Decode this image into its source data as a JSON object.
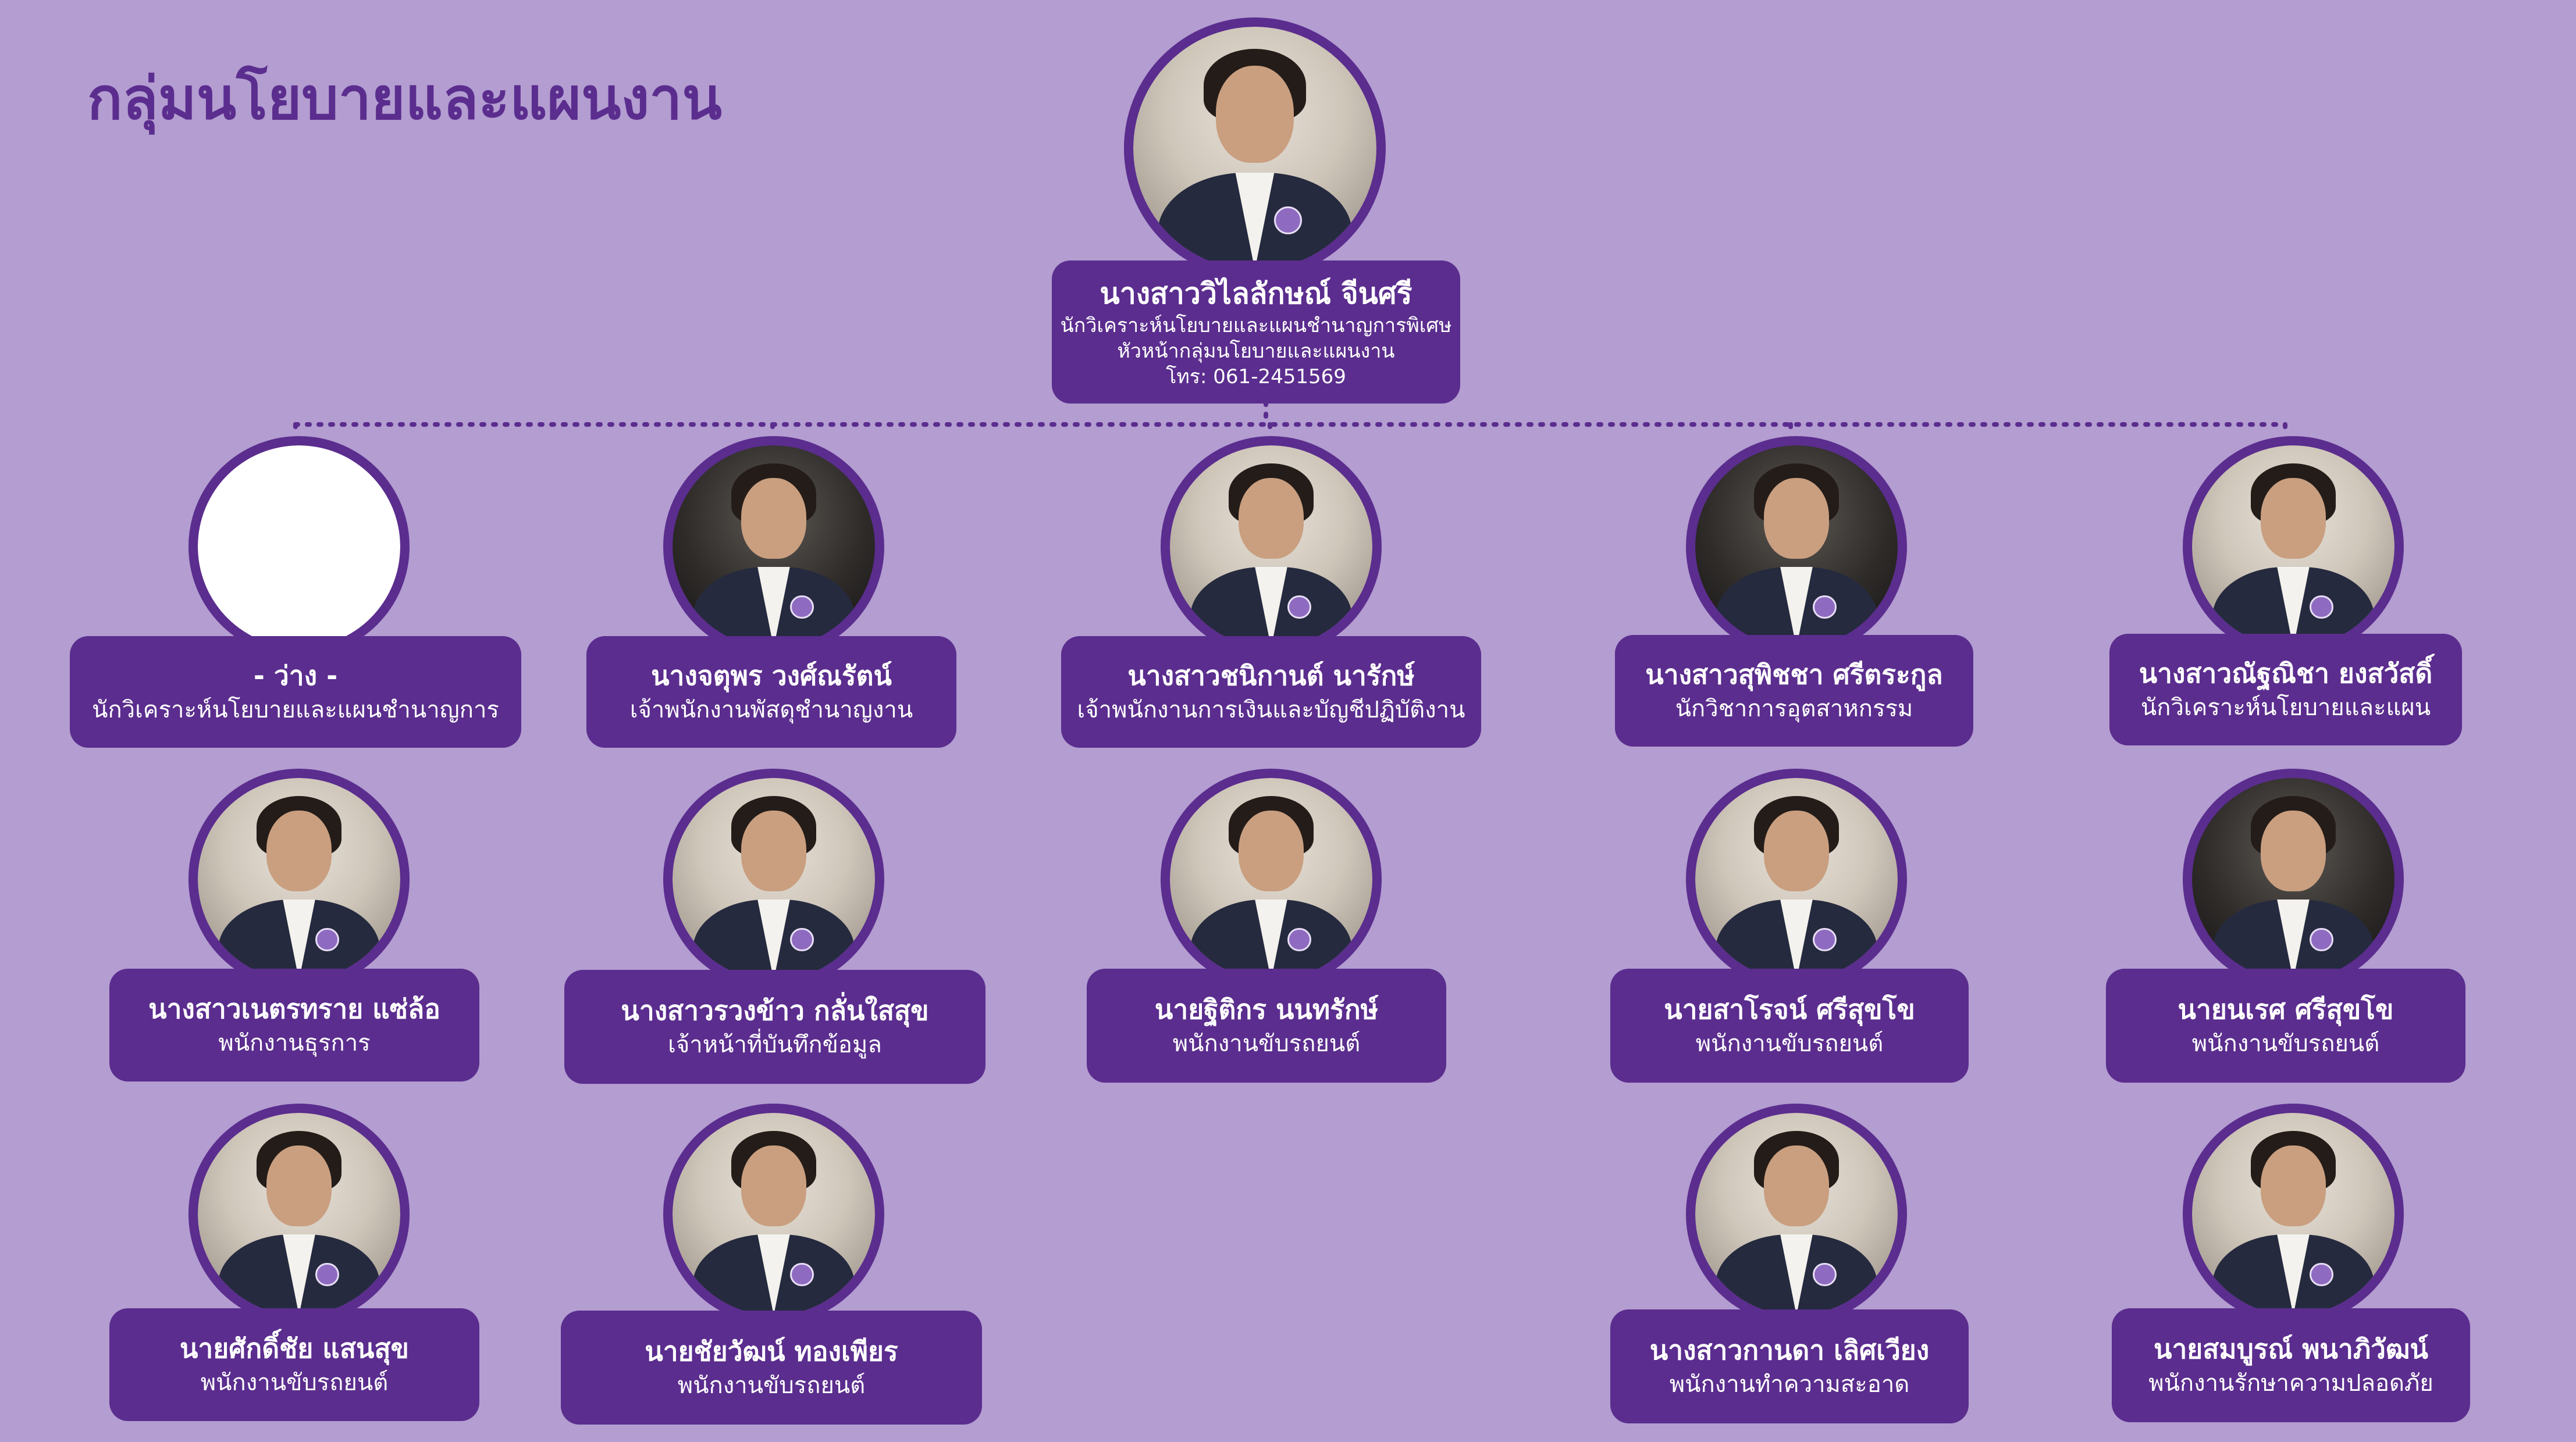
{
  "title": "กลุ่มนโยบายและแผนงาน",
  "colors": {
    "background": "#b39dd1",
    "accent": "#5b2d8e",
    "card_text": "#ffffff"
  },
  "head": {
    "name": "นางสาววิไลลักษณ์ จีนศรี",
    "role1": "นักวิเคราะห์นโยบายและแผนชำนาญการพิเศษ",
    "role2": "หัวหน้ากลุ่มนโยบายและแผนงาน",
    "phone": "โทร: 061-2451569",
    "photo": "portrait-photo"
  },
  "staff": {
    "r1c1": {
      "name": "- ว่าง -",
      "role": "นักวิเคราะห์นโยบายและแผนชำนาญการ",
      "photo": "empty-placeholder"
    },
    "r1c2": {
      "name": "นางจตุพร วงศ์ณรัตน์",
      "role": "เจ้าพนักงานพัสดุชำนาญงาน",
      "photo": "portrait-photo"
    },
    "r1c3": {
      "name": "นางสาวชนิกานต์ นารักษ์",
      "role": "เจ้าพนักงานการเงินและบัญชีปฏิบัติงาน",
      "photo": "portrait-photo"
    },
    "r1c4": {
      "name": "นางสาวสุพิชชา ศรีตระกูล",
      "role": "นักวิชาการอุตสาหกรรม",
      "photo": "portrait-photo"
    },
    "r1c5": {
      "name": "นางสาวณัฐณิชา ยงสวัสดิ์",
      "role": "นักวิเคราะห์นโยบายและแผน",
      "photo": "portrait-photo"
    },
    "r2c1": {
      "name": "นางสาวเนตรทราย แซ่ล้อ",
      "role": "พนักงานธุรการ",
      "photo": "portrait-photo"
    },
    "r2c2": {
      "name": "นางสาวรวงข้าว กลั่นใสสุข",
      "role": "เจ้าหน้าที่บันทึกข้อมูล",
      "photo": "portrait-photo"
    },
    "r2c3": {
      "name": "นายฐิติกร นนทรักษ์",
      "role": "พนักงานขับรถยนต์",
      "photo": "portrait-photo"
    },
    "r2c4": {
      "name": "นายสาโรจน์ ศรีสุขโข",
      "role": "พนักงานขับรถยนต์",
      "photo": "portrait-photo"
    },
    "r2c5": {
      "name": "นายนเรศ ศรีสุขโข",
      "role": "พนักงานขับรถยนต์",
      "photo": "portrait-photo"
    },
    "r3c1": {
      "name": "นายศักดิ์ชัย แสนสุข",
      "role": "พนักงานขับรถยนต์",
      "photo": "portrait-photo"
    },
    "r3c2": {
      "name": "นายชัยวัฒน์ ทองเพียร",
      "role": "พนักงานขับรถยนต์",
      "photo": "portrait-photo"
    },
    "r3c4": {
      "name": "นางสาวกานดา เลิศเวียง",
      "role": "พนักงานทำความสะอาด",
      "photo": "portrait-photo"
    },
    "r3c5": {
      "name": "นายสมบูรณ์ พนาภิวัฒน์",
      "role": "พนักงานรักษาความปลอดภัย",
      "photo": "portrait-photo"
    }
  }
}
